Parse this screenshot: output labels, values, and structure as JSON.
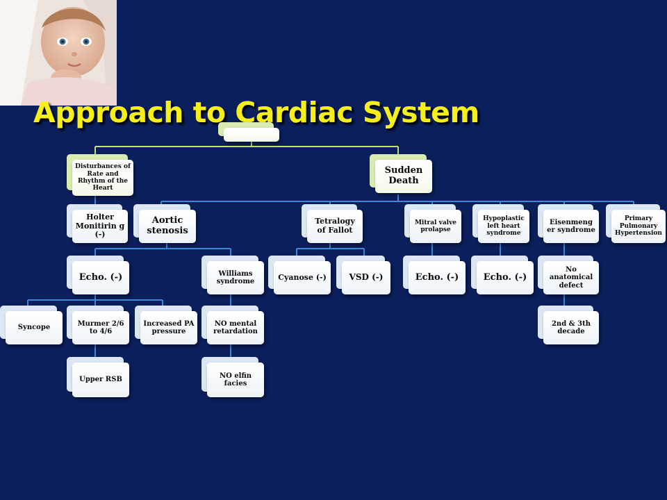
{
  "slide": {
    "title": "Approach to Cardiac System"
  },
  "colors": {
    "background": "#0b1f5c",
    "title": "#f7ef1a",
    "connector_top": "#bfe07a",
    "connector": "#3f87d6"
  },
  "nodes": {
    "disturbances": "Disturbances of Rate and Rhythm of the Heart",
    "sudden_death": "Sudden Death",
    "holter": "Holter Monitirin g (-)",
    "aortic_stenosis": "Aortic stenosis",
    "echo_aortic": "Echo. (-)",
    "williams": "Williams syndrome",
    "syncope": "Syncope",
    "murmur": "Murmer 2/6 to 4/6",
    "increased_pa": "Increased PA pressure",
    "upper_rsb": "Upper RSB",
    "no_mental": "NO mental retardation",
    "no_elfin": "NO elfin facies",
    "tetralogy": "Tetralogy of Fallot",
    "cyanose": "Cyanose (-)",
    "vsd": "VSD (-)",
    "mitral": "Mitral valve prolapse",
    "echo_mitral": "Echo. (-)",
    "hypoplastic": "Hypoplastic left heart syndrome",
    "echo_hypo": "Echo. (-)",
    "eisenmenger": "Eisenmeng er syndrome",
    "no_anatomical": "No anatomical defect",
    "decade": "2nd & 3th decade",
    "pph": "Primary Pulmonary Hypertension"
  }
}
